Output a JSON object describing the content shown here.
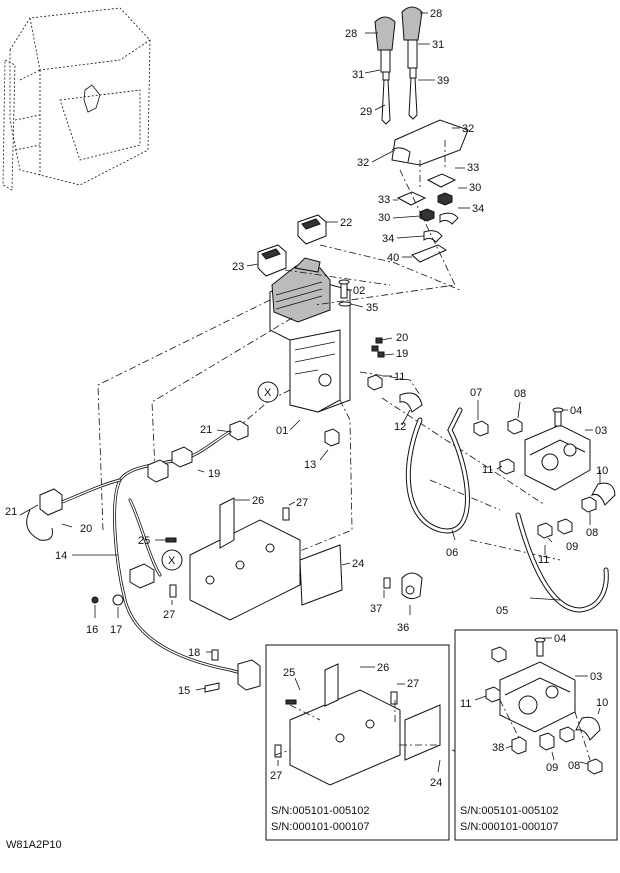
{
  "reference_code": "W81A2P10",
  "inset_left": {
    "serial_line_1": "S/N:005101-005102",
    "serial_line_2": "S/N:000101-000107",
    "callouts": [
      "25",
      "26",
      "27",
      "27",
      "24"
    ]
  },
  "inset_right": {
    "serial_line_1": "S/N:005101-005102",
    "serial_line_2": "S/N:000101-000107",
    "callouts": [
      "04",
      "03",
      "10",
      "11",
      "38",
      "09",
      "08"
    ]
  },
  "callouts": {
    "c28a": "28",
    "c28b": "28",
    "c31a": "31",
    "c31b": "31",
    "c29": "29",
    "c39": "39",
    "c32a": "32",
    "c32b": "32",
    "c33a": "33",
    "c33b": "33",
    "c30a": "30",
    "c30b": "30",
    "c34a": "34",
    "c34b": "34",
    "c40": "40",
    "c22": "22",
    "c23": "23",
    "c02": "02",
    "c35": "35",
    "c20a": "20",
    "c19a": "19",
    "x1": "X",
    "c11a": "11",
    "c07": "07",
    "c08a": "08",
    "c04": "04",
    "c03": "03",
    "c12": "12",
    "c01": "01",
    "c21a": "21",
    "c13": "13",
    "c19b": "19",
    "c11b": "11",
    "c10": "10",
    "c09": "09",
    "c08b": "08",
    "c26": "26",
    "c27a": "27",
    "c21b": "21",
    "c20b": "20",
    "c25": "25",
    "c14": "14",
    "x2": "X",
    "c06": "06",
    "c11c": "11",
    "c24": "24",
    "c37": "37",
    "c36": "36",
    "c27b": "27",
    "c16": "16",
    "c17": "17",
    "c05": "05",
    "c18": "18",
    "c15": "15"
  }
}
